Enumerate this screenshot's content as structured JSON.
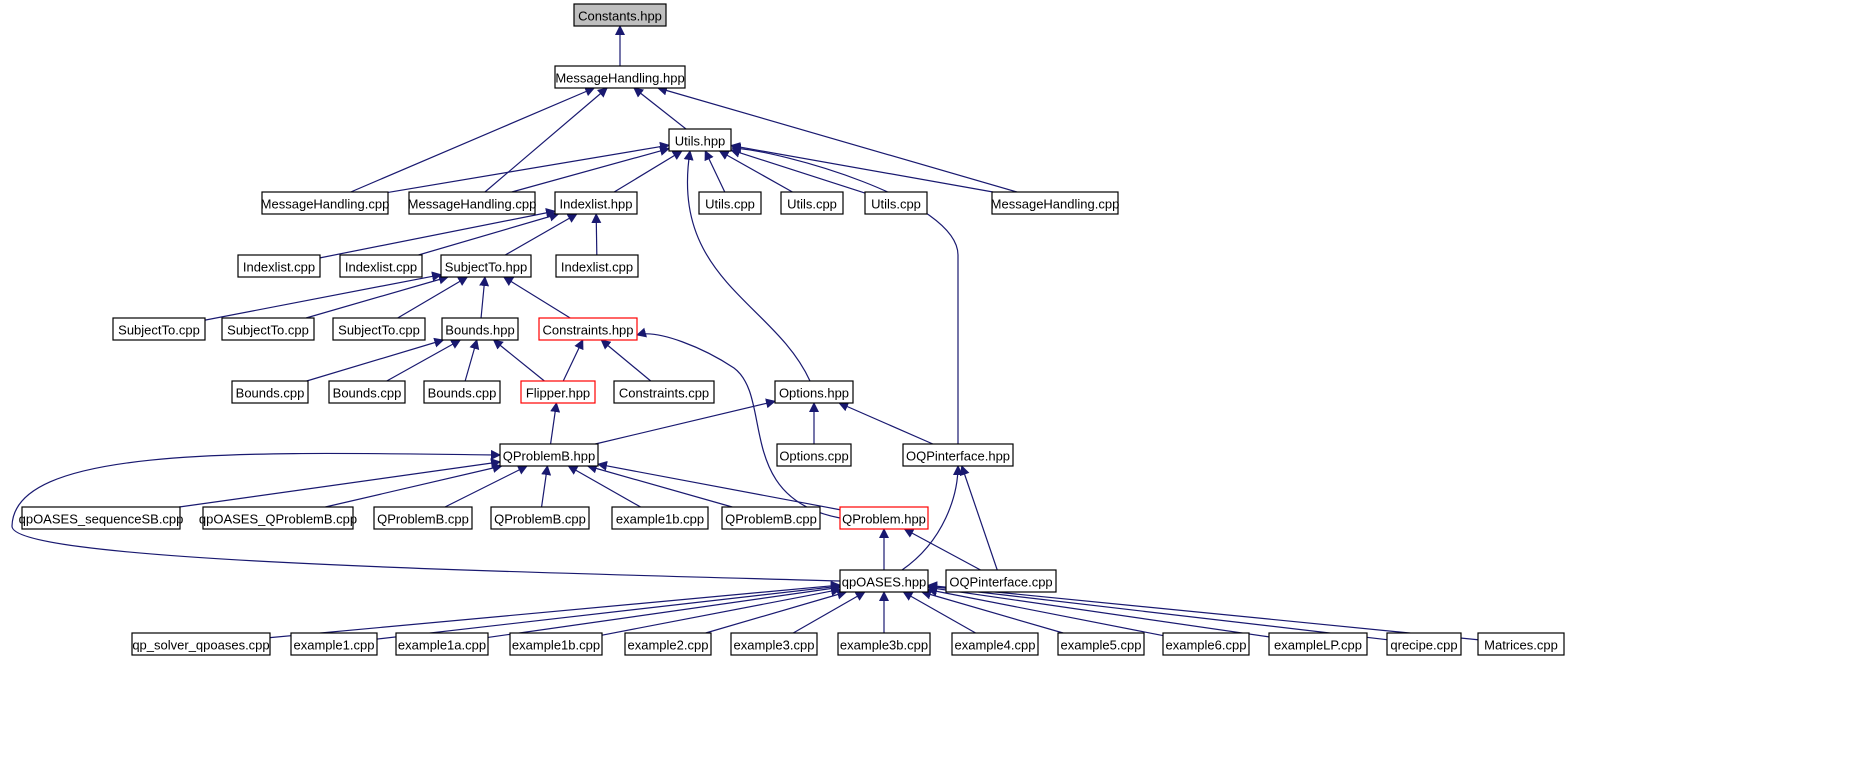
{
  "diagram": {
    "type": "include-dependency-graph",
    "colors": {
      "edge": "#191970",
      "node_border": "#000000",
      "highlight_border": "#ff0000",
      "root_fill": "#bfbfbf",
      "node_fill": "#ffffff"
    },
    "nodes": [
      {
        "id": "constants_hpp",
        "label": "Constants.hpp",
        "style": "root"
      },
      {
        "id": "messagehandling_hpp",
        "label": "MessageHandling.hpp"
      },
      {
        "id": "utils_hpp",
        "label": "Utils.hpp"
      },
      {
        "id": "messagehandling_cpp_1",
        "label": "MessageHandling.cpp"
      },
      {
        "id": "messagehandling_cpp_2",
        "label": "MessageHandling.cpp"
      },
      {
        "id": "indexlist_hpp",
        "label": "Indexlist.hpp"
      },
      {
        "id": "utils_cpp_1",
        "label": "Utils.cpp"
      },
      {
        "id": "utils_cpp_2",
        "label": "Utils.cpp"
      },
      {
        "id": "utils_cpp_3",
        "label": "Utils.cpp"
      },
      {
        "id": "messagehandling_cpp_3",
        "label": "MessageHandling.cpp"
      },
      {
        "id": "indexlist_cpp_1",
        "label": "Indexlist.cpp"
      },
      {
        "id": "indexlist_cpp_2",
        "label": "Indexlist.cpp"
      },
      {
        "id": "subjectto_hpp",
        "label": "SubjectTo.hpp"
      },
      {
        "id": "indexlist_cpp_3",
        "label": "Indexlist.cpp"
      },
      {
        "id": "subjectto_cpp_1",
        "label": "SubjectTo.cpp"
      },
      {
        "id": "subjectto_cpp_2",
        "label": "SubjectTo.cpp"
      },
      {
        "id": "subjectto_cpp_3",
        "label": "SubjectTo.cpp"
      },
      {
        "id": "bounds_hpp",
        "label": "Bounds.hpp"
      },
      {
        "id": "constraints_hpp",
        "label": "Constraints.hpp",
        "style": "red"
      },
      {
        "id": "bounds_cpp_1",
        "label": "Bounds.cpp"
      },
      {
        "id": "bounds_cpp_2",
        "label": "Bounds.cpp"
      },
      {
        "id": "bounds_cpp_3",
        "label": "Bounds.cpp"
      },
      {
        "id": "flipper_hpp",
        "label": "Flipper.hpp",
        "style": "red"
      },
      {
        "id": "constraints_cpp",
        "label": "Constraints.cpp"
      },
      {
        "id": "options_hpp",
        "label": "Options.hpp"
      },
      {
        "id": "qproblemb_hpp",
        "label": "QProblemB.hpp"
      },
      {
        "id": "options_cpp",
        "label": "Options.cpp"
      },
      {
        "id": "oqpinterface_hpp",
        "label": "OQPinterface.hpp"
      },
      {
        "id": "qpoases_sequencesb_cpp",
        "label": "qpOASES_sequenceSB.cpp"
      },
      {
        "id": "qpoases_qproblemb_cpp",
        "label": "qpOASES_QProblemB.cpp"
      },
      {
        "id": "qproblemb_cpp_1",
        "label": "QProblemB.cpp"
      },
      {
        "id": "qproblemb_cpp_2",
        "label": "QProblemB.cpp"
      },
      {
        "id": "example1b_cpp_1",
        "label": "example1b.cpp"
      },
      {
        "id": "qproblemb_cpp_3",
        "label": "QProblemB.cpp"
      },
      {
        "id": "qproblem_hpp",
        "label": "QProblem.hpp",
        "style": "red"
      },
      {
        "id": "qpoases_hpp",
        "label": "qpOASES.hpp"
      },
      {
        "id": "oqpinterface_cpp",
        "label": "OQPinterface.cpp"
      },
      {
        "id": "qp_solver_qpoases_cpp",
        "label": "qp_solver_qpoases.cpp"
      },
      {
        "id": "example1_cpp",
        "label": "example1.cpp"
      },
      {
        "id": "example1a_cpp",
        "label": "example1a.cpp"
      },
      {
        "id": "example1b_cpp_2",
        "label": "example1b.cpp"
      },
      {
        "id": "example2_cpp",
        "label": "example2.cpp"
      },
      {
        "id": "example3_cpp",
        "label": "example3.cpp"
      },
      {
        "id": "example3b_cpp",
        "label": "example3b.cpp"
      },
      {
        "id": "example4_cpp",
        "label": "example4.cpp"
      },
      {
        "id": "example5_cpp",
        "label": "example5.cpp"
      },
      {
        "id": "example6_cpp",
        "label": "example6.cpp"
      },
      {
        "id": "examplelp_cpp",
        "label": "exampleLP.cpp"
      },
      {
        "id": "qrecipe_cpp",
        "label": "qrecipe.cpp"
      },
      {
        "id": "matrices_cpp",
        "label": "Matrices.cpp"
      }
    ],
    "edges": [
      {
        "from": "messagehandling_hpp",
        "to": "constants_hpp"
      },
      {
        "from": "utils_hpp",
        "to": "messagehandling_hpp"
      },
      {
        "from": "messagehandling_cpp_1",
        "to": "messagehandling_hpp"
      },
      {
        "from": "messagehandling_cpp_2",
        "to": "messagehandling_hpp"
      },
      {
        "from": "messagehandling_cpp_3",
        "to": "messagehandling_hpp"
      },
      {
        "from": "messagehandling_cpp_1",
        "to": "utils_hpp"
      },
      {
        "from": "messagehandling_cpp_2",
        "to": "utils_hpp"
      },
      {
        "from": "indexlist_hpp",
        "to": "utils_hpp"
      },
      {
        "from": "utils_cpp_1",
        "to": "utils_hpp"
      },
      {
        "from": "utils_cpp_2",
        "to": "utils_hpp"
      },
      {
        "from": "utils_cpp_3",
        "to": "utils_hpp"
      },
      {
        "from": "messagehandling_cpp_3",
        "to": "utils_hpp"
      },
      {
        "from": "options_hpp",
        "to": "utils_hpp"
      },
      {
        "from": "oqpinterface_hpp",
        "to": "utils_hpp"
      },
      {
        "from": "indexlist_cpp_1",
        "to": "indexlist_hpp"
      },
      {
        "from": "indexlist_cpp_2",
        "to": "indexlist_hpp"
      },
      {
        "from": "subjectto_hpp",
        "to": "indexlist_hpp"
      },
      {
        "from": "indexlist_cpp_3",
        "to": "indexlist_hpp"
      },
      {
        "from": "subjectto_cpp_1",
        "to": "subjectto_hpp"
      },
      {
        "from": "subjectto_cpp_2",
        "to": "subjectto_hpp"
      },
      {
        "from": "subjectto_cpp_3",
        "to": "subjectto_hpp"
      },
      {
        "from": "bounds_hpp",
        "to": "subjectto_hpp"
      },
      {
        "from": "constraints_hpp",
        "to": "subjectto_hpp"
      },
      {
        "from": "bounds_cpp_1",
        "to": "bounds_hpp"
      },
      {
        "from": "bounds_cpp_2",
        "to": "bounds_hpp"
      },
      {
        "from": "bounds_cpp_3",
        "to": "bounds_hpp"
      },
      {
        "from": "flipper_hpp",
        "to": "bounds_hpp"
      },
      {
        "from": "flipper_hpp",
        "to": "constraints_hpp"
      },
      {
        "from": "constraints_cpp",
        "to": "constraints_hpp"
      },
      {
        "from": "qproblem_hpp",
        "to": "constraints_hpp"
      },
      {
        "from": "qproblemb_hpp",
        "to": "flipper_hpp"
      },
      {
        "from": "qproblemb_hpp",
        "to": "options_hpp"
      },
      {
        "from": "options_cpp",
        "to": "options_hpp"
      },
      {
        "from": "oqpinterface_hpp",
        "to": "options_hpp"
      },
      {
        "from": "qpoases_sequencesb_cpp",
        "to": "qproblemb_hpp"
      },
      {
        "from": "qpoases_qproblemb_cpp",
        "to": "qproblemb_hpp"
      },
      {
        "from": "qproblemb_cpp_1",
        "to": "qproblemb_hpp"
      },
      {
        "from": "qproblemb_cpp_2",
        "to": "qproblemb_hpp"
      },
      {
        "from": "example1b_cpp_1",
        "to": "qproblemb_hpp"
      },
      {
        "from": "qproblemb_cpp_3",
        "to": "qproblemb_hpp"
      },
      {
        "from": "qproblem_hpp",
        "to": "qproblemb_hpp"
      },
      {
        "from": "qpoases_hpp",
        "to": "qproblemb_hpp"
      },
      {
        "from": "qpoases_hpp",
        "to": "qproblem_hpp"
      },
      {
        "from": "oqpinterface_cpp",
        "to": "qproblem_hpp"
      },
      {
        "from": "qpoases_hpp",
        "to": "oqpinterface_hpp"
      },
      {
        "from": "oqpinterface_cpp",
        "to": "oqpinterface_hpp"
      },
      {
        "from": "qp_solver_qpoases_cpp",
        "to": "qpoases_hpp"
      },
      {
        "from": "example1_cpp",
        "to": "qpoases_hpp"
      },
      {
        "from": "example1a_cpp",
        "to": "qpoases_hpp"
      },
      {
        "from": "example1b_cpp_2",
        "to": "qpoases_hpp"
      },
      {
        "from": "example2_cpp",
        "to": "qpoases_hpp"
      },
      {
        "from": "example3_cpp",
        "to": "qpoases_hpp"
      },
      {
        "from": "example3b_cpp",
        "to": "qpoases_hpp"
      },
      {
        "from": "example4_cpp",
        "to": "qpoases_hpp"
      },
      {
        "from": "example5_cpp",
        "to": "qpoases_hpp"
      },
      {
        "from": "example6_cpp",
        "to": "qpoases_hpp"
      },
      {
        "from": "examplelp_cpp",
        "to": "qpoases_hpp"
      },
      {
        "from": "qrecipe_cpp",
        "to": "qpoases_hpp"
      },
      {
        "from": "matrices_cpp",
        "to": "qpoases_hpp"
      }
    ]
  }
}
